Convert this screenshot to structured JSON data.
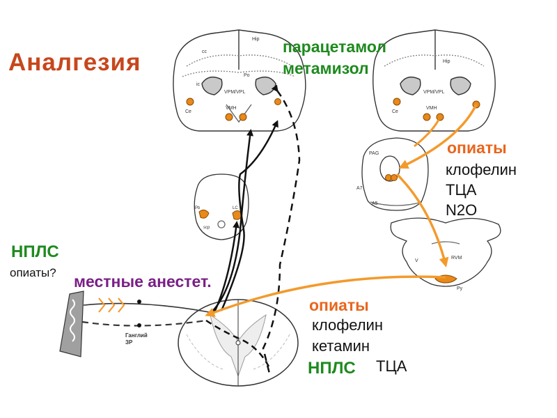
{
  "title": "Аналгезия",
  "colors": {
    "title": "#c7471c",
    "green": "#1e8a1e",
    "orange": "#e8661e",
    "purple": "#7a1f86",
    "black": "#111111",
    "pathway_orange": "#f39a2c",
    "nucleus_fill": "#e8891a",
    "ganglion_fill": "#a0a0a0"
  },
  "labels": {
    "paracetamol": "парацетамол",
    "metamizol": "метамизол",
    "opiates_top": "опиаты",
    "clonidine_top": "клофелин",
    "tca_top": "ТЦА",
    "n2o": "N2O",
    "nsaid_left": "НПЛС",
    "opiates_q": "опиаты?",
    "local_anest": "местные анестет.",
    "opiates_bottom": "опиаты",
    "clonidine_bottom": "клофелин",
    "ketamine": "кетамин",
    "nsaid_bottom": "НПЛС",
    "tca_bottom": "ТЦА"
  },
  "anatomy": {
    "hip": "Hip",
    "cc": "cc",
    "po": "Po",
    "ic": "ic",
    "vpm_vpl": "VPM/VPL",
    "ce": "Ce",
    "vmh": "VMH",
    "pag": "PAG",
    "a7": "A7",
    "a5": "A5",
    "lc": "LC",
    "pb": "Pb",
    "scp": "scp",
    "rvm": "RVM",
    "v": "V",
    "py": "Py",
    "ganglion": "Ганглий",
    "zr": "ЗР"
  }
}
